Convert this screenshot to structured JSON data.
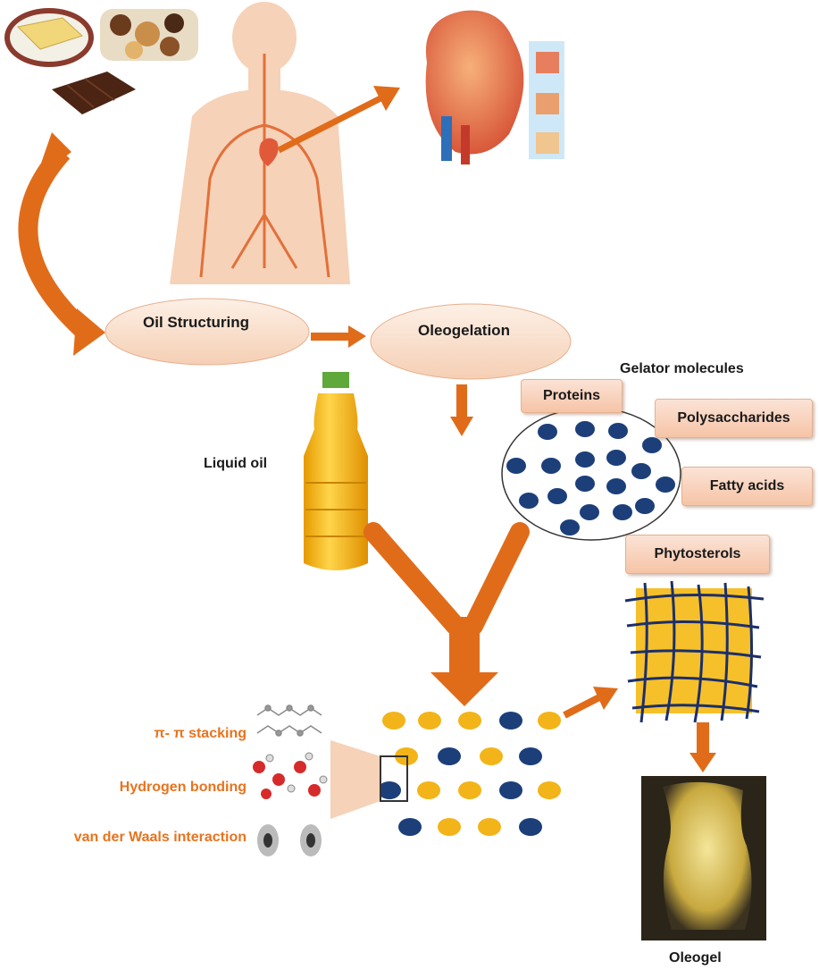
{
  "steps": {
    "oil_structuring": "Oil Structuring",
    "oleogelation": "Oleogelation"
  },
  "labels": {
    "liquid_oil": "Liquid oil",
    "gelator_molecules": "Gelator molecules",
    "oleogel": "Oleogel"
  },
  "gelators": [
    "Proteins",
    "Polysaccharides",
    "Fatty acids",
    "Phytosterols"
  ],
  "interactions": [
    "π- π stacking",
    "Hydrogen bonding",
    "van der Waals interaction"
  ],
  "colors": {
    "arrow": "#e06c1a",
    "gelator_dot": "#1c3f7a",
    "oil_dot": "#f2b418",
    "network_fill": "#f6c02a",
    "interaction_text": "#e8731e"
  }
}
